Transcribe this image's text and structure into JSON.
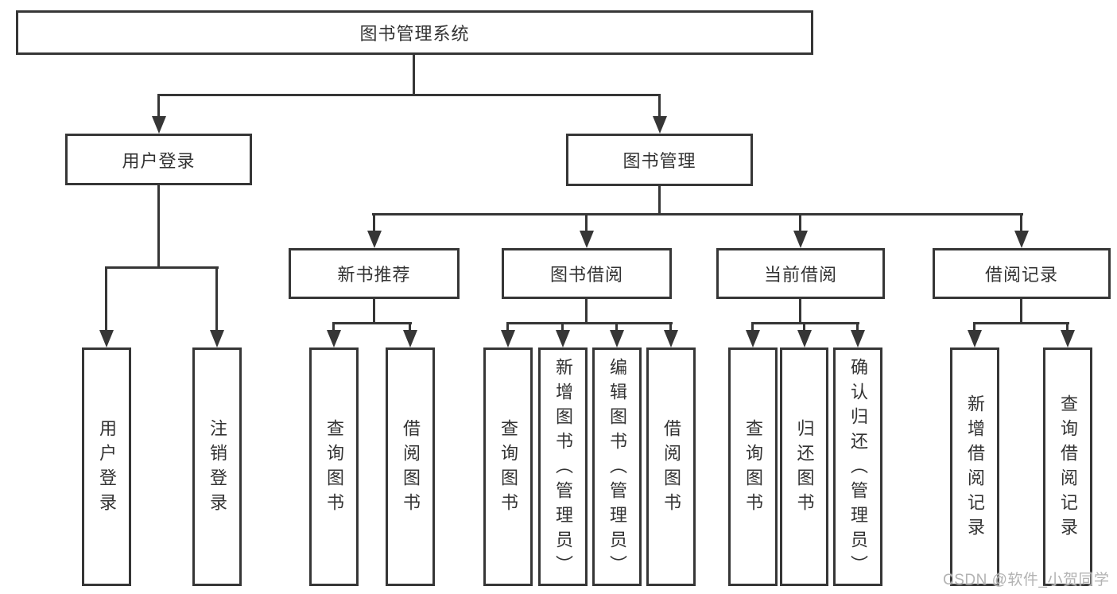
{
  "diagram": {
    "colors": {
      "line": "#363636",
      "text": "#333333",
      "box_background": "#ffffff",
      "page_background": "#ffffff",
      "watermark": "#b3b3b3"
    },
    "tree": {
      "label": "图书管理系统",
      "children": [
        {
          "label": "用户登录",
          "children": [
            {
              "label": "用户登录"
            },
            {
              "label": "注销登录"
            }
          ]
        },
        {
          "label": "图书管理",
          "children": [
            {
              "label": "新书推荐",
              "children": [
                {
                  "label": "查询图书"
                },
                {
                  "label": "借阅图书"
                }
              ]
            },
            {
              "label": "图书借阅",
              "children": [
                {
                  "label": "查询图书"
                },
                {
                  "label": "新增图书（管理员）"
                },
                {
                  "label": "编辑图书（管理员）"
                },
                {
                  "label": "借阅图书"
                }
              ]
            },
            {
              "label": "当前借阅",
              "children": [
                {
                  "label": "查询图书"
                },
                {
                  "label": "归还图书"
                },
                {
                  "label": "确认归还（管理员）"
                }
              ]
            },
            {
              "label": "借阅记录",
              "children": [
                {
                  "label": "新增借阅记录"
                },
                {
                  "label": "查询借阅记录"
                }
              ]
            }
          ]
        }
      ]
    },
    "watermark": {
      "text": "CSDN @软件_小贺同学"
    }
  }
}
